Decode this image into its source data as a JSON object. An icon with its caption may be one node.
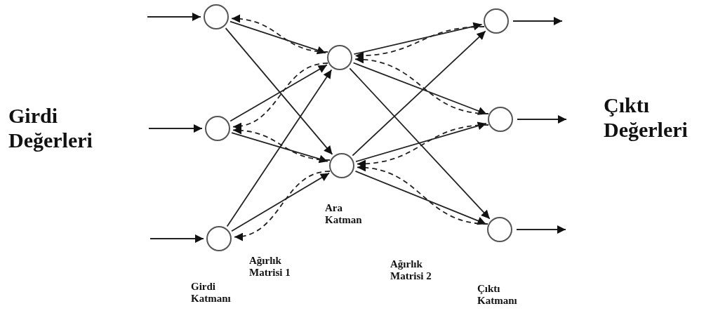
{
  "diagram": {
    "nodes": [
      {
        "text": [],
        "shape": "circle"
      },
      {
        "text": [],
        "shape": "circle"
      },
      {
        "text": [],
        "shape": "circle"
      },
      {
        "text": [],
        "shape": "circle"
      },
      {
        "text": [],
        "shape": "circle"
      },
      {
        "text": [],
        "shape": "circle"
      },
      {
        "text": [],
        "shape": "circle"
      },
      {
        "text": [],
        "shape": "circle"
      }
    ],
    "edges": [
      {
        "from": null,
        "to": 0,
        "arrow": "to"
      },
      {
        "from": null,
        "to": 1,
        "arrow": "to"
      },
      {
        "from": null,
        "to": 2,
        "arrow": "to"
      },
      {
        "from": 0,
        "to": 3,
        "arrow": "to"
      },
      {
        "from": 0,
        "to": 4,
        "arrow": "to"
      },
      {
        "from": 1,
        "to": 3,
        "arrow": "to"
      },
      {
        "from": 1,
        "to": 4,
        "arrow": "to"
      },
      {
        "from": 2,
        "to": 3,
        "arrow": "to"
      },
      {
        "from": 2,
        "to": 4,
        "arrow": "to"
      },
      {
        "from": 3,
        "to": 5,
        "arrow": "to"
      },
      {
        "from": 3,
        "to": 6,
        "arrow": "to"
      },
      {
        "from": 3,
        "to": 7,
        "arrow": "to"
      },
      {
        "from": 4,
        "to": 5,
        "arrow": "to"
      },
      {
        "from": 4,
        "to": 6,
        "arrow": "to"
      },
      {
        "from": 4,
        "to": 7,
        "arrow": "to"
      },
      {
        "from": 3,
        "to": 0,
        "arrow": "to",
        "style": "dashed"
      },
      {
        "from": 3,
        "to": 1,
        "arrow": "to",
        "style": "dashed"
      },
      {
        "from": 4,
        "to": 1,
        "arrow": "to",
        "style": "dashed"
      },
      {
        "from": 4,
        "to": 2,
        "arrow": "to",
        "style": "dashed"
      },
      {
        "from": 5,
        "to": 3,
        "arrow": "to",
        "style": "dashed"
      },
      {
        "from": 6,
        "to": 3,
        "arrow": "to",
        "style": "dashed"
      },
      {
        "from": 6,
        "to": 4,
        "arrow": "to",
        "style": "dashed"
      },
      {
        "from": 7,
        "to": 4,
        "arrow": "to",
        "style": "dashed"
      },
      {
        "from": 5,
        "to": null,
        "arrow": "to"
      },
      {
        "from": 6,
        "to": null,
        "arrow": "to"
      },
      {
        "from": 7,
        "to": null,
        "arrow": "to"
      }
    ],
    "labels": [
      "Girdi Değerleri",
      "Çıktı Değerleri",
      "Ara Katman",
      "Ağırlık Matrisi 1",
      "Ağırlık Matrisi 2",
      "Girdi Katmanı",
      "Çıktı Katmanı"
    ]
  }
}
